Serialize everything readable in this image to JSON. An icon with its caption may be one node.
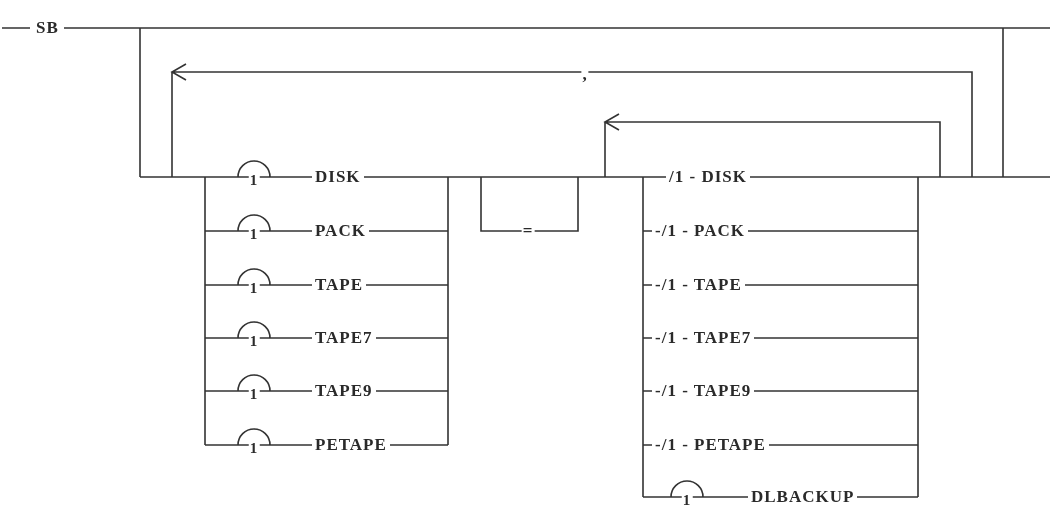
{
  "diagram": {
    "labels": [
      "SB",
      ",",
      "1",
      "DISK",
      "/1 - DISK",
      "1",
      "PACK",
      "=",
      "-/1 - PACK",
      "1",
      "TAPE",
      "-/1 - TAPE",
      "1",
      "TAPE7",
      "-/1 - TAPE7",
      "1",
      "TAPE9",
      "-/1 - TAPE9",
      "1",
      "PETAPE",
      "-/1 - PETAPE",
      "1",
      "DLBACKUP"
    ]
  }
}
